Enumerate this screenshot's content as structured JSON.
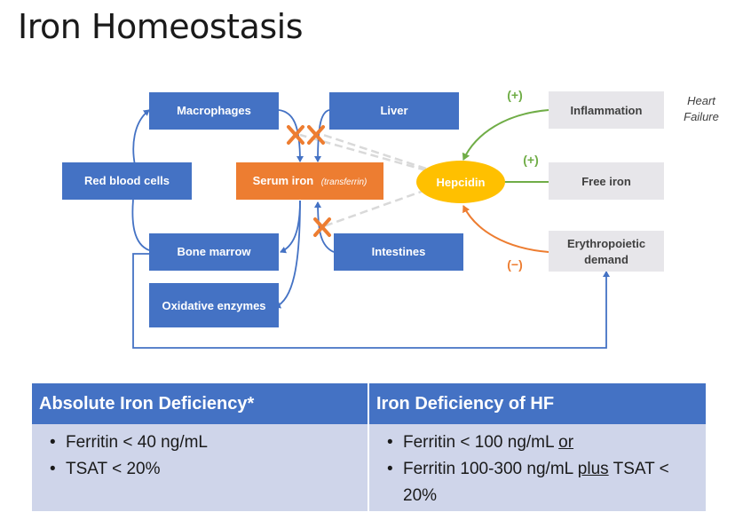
{
  "title": "Iron Homeostasis",
  "nodes": {
    "macrophages": "Macrophages",
    "liver": "Liver",
    "red_blood_cells": "Red blood cells",
    "serum_iron": "Serum iron",
    "serum_iron_sub": "(transferrin)",
    "hepcidin": "Hepcidin",
    "bone_marrow": "Bone marrow",
    "intestines": "Intestines",
    "oxidative_enzymes": "Oxidative enzymes",
    "inflammation": "Inflammation",
    "free_iron": "Free iron",
    "erythropoietic_line1": "Erythropoietic",
    "erythropoietic_line2": "demand",
    "heart_failure_line1": "Heart",
    "heart_failure_line2": "Failure"
  },
  "signs": {
    "inflammation": "(+)",
    "free_iron": "(+)",
    "erythropoietic": "(−)"
  },
  "colors": {
    "blue": "#4472c4",
    "orange": "#ed7d31",
    "green": "#70ad47",
    "hepcidin": "#ffc000",
    "gray": "#e7e6ea",
    "table_body": "#cfd5ea"
  },
  "table": {
    "left": {
      "header": "Absolute Iron Deficiency*",
      "items": [
        "Ferritin < 40 ng/mL",
        "TSAT < 20%"
      ]
    },
    "right": {
      "header": "Iron Deficiency of HF",
      "item1_text": "Ferritin < 100 ng/mL ",
      "item1_under": "or",
      "item2_text_a": "Ferritin 100-300 ng/mL ",
      "item2_under": "plus",
      "item2_text_b": " TSAT < 20%"
    }
  }
}
